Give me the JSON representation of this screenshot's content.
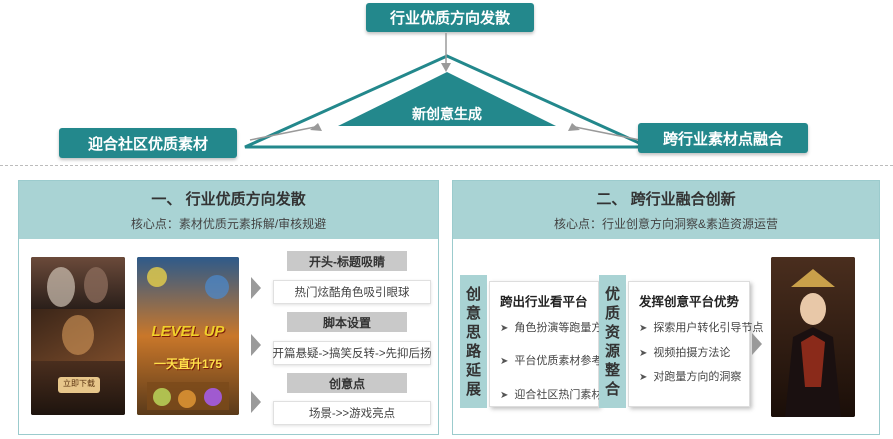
{
  "top_diagram": {
    "top_box": "行业优质方向发散",
    "left_box": "迎合社区优质素材",
    "right_box": "跨行业素材点融合",
    "center_label": "新创意生成"
  },
  "panel_left": {
    "title": "一、 行业优质方向发散",
    "subtitle": "核心点：素材优质元素拆解/审核规避",
    "screenshot_texts": {
      "level_up": "LEVEL UP",
      "day_rank": "一天直升175",
      "button": "立即下载"
    },
    "steps": [
      {
        "head": "开头-标题吸睛",
        "body": "热门炫酷角色吸引眼球"
      },
      {
        "head": "脚本设置",
        "body": "开篇悬疑->搞笑反转->先抑后扬"
      },
      {
        "head": "创意点",
        "body": "场景->>游戏亮点"
      }
    ]
  },
  "panel_right": {
    "title": "二、 跨行业融合创新",
    "subtitle": "核心点：行业创意方向洞察&素造资源运营",
    "left_vertical": [
      "创",
      "意",
      "思",
      "路",
      "延",
      "展"
    ],
    "mid_vertical": [
      "优",
      "质",
      "资",
      "源",
      "整",
      "合"
    ],
    "card1": {
      "title": "跨出行业看平台",
      "items": [
        "角色扮演等跑量方向",
        "平台优质素材参考",
        "迎合社区热门素材"
      ]
    },
    "card2": {
      "title": "发挥创意平台优势",
      "items": [
        "探索用户转化引导节点",
        "视频拍摄方法论",
        "对跑量方向的洞察"
      ]
    }
  },
  "icons": {
    "bullet": "➤"
  },
  "colors": {
    "teal": "#23888c",
    "light_teal": "#a9d3d4",
    "grey": "#c9c9c9"
  }
}
